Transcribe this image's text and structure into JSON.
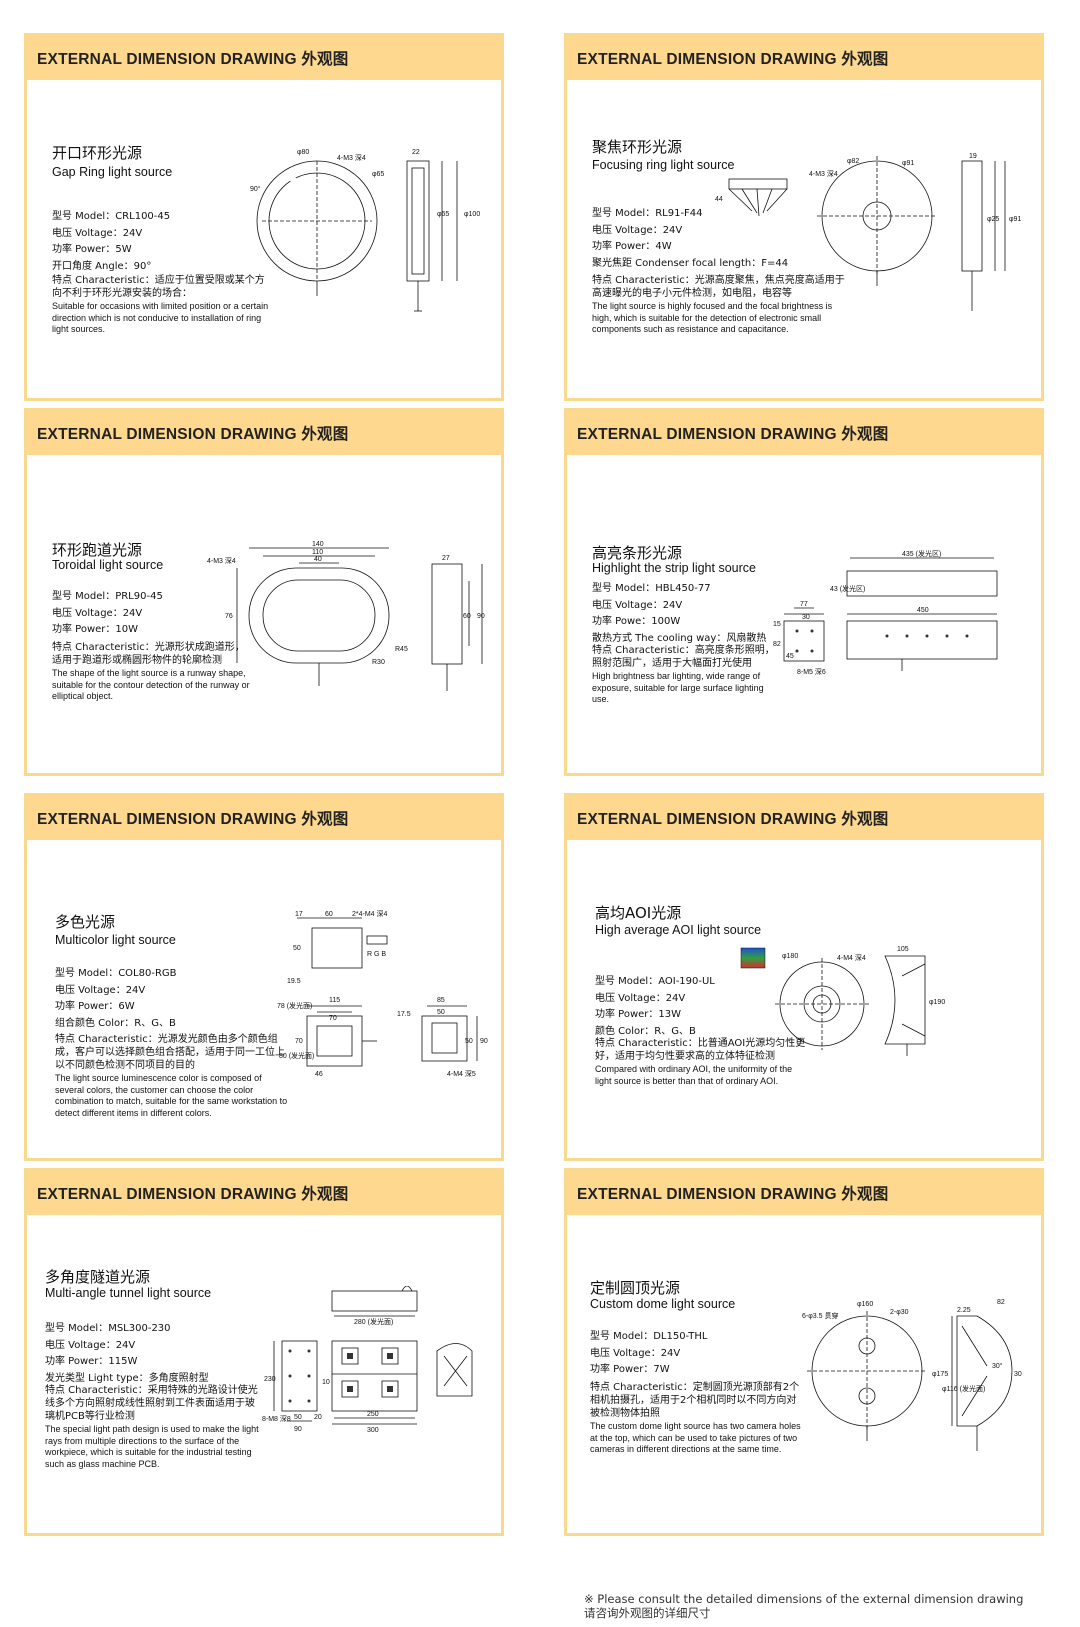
{
  "panels": [
    {
      "header": "EXTERNAL DIMENSION DRAWING 外观图",
      "title_cn": "开口环形光源",
      "title_en": "Gap Ring light source",
      "specs": [
        "型号 Model：CRL100-45",
        "电压 Voltage：24V",
        "功率 Power：5W",
        "开口角度 Angle：90°"
      ],
      "feature_cn": "特点 Characteristic：适应于位置受限或某个方向不利于环形光源安装的场合：",
      "feature_en": "Suitable for occasions with limited position or a certain direction which is not conducive to installation of ring light sources.",
      "dims": {
        "d1": "φ80",
        "d2": "4-M3 深4",
        "d3": "φ65",
        "d4": "90°",
        "d5": "22",
        "d6": "φ65",
        "d7": "φ100"
      }
    },
    {
      "header": "EXTERNAL DIMENSION DRAWING 外观图",
      "title_cn": "聚焦环形光源",
      "title_en": "Focusing ring light source",
      "specs": [
        "型号 Model：RL91-F44",
        "电压 Voltage：24V",
        "功率 Power：4W",
        "聚光焦距 Condenser focal length：F=44"
      ],
      "feature_cn": "特点 Characteristic：光源高度聚焦，焦点亮度高适用于高速曝光的电子小元件检测，如电阻，电容等",
      "feature_en": "The light source is highly focused and the focal brightness is high, which is suitable for the detection of electronic small components such as resistance and capacitance.",
      "dims": {
        "d1": "φ82",
        "d2": "4-M3 深4",
        "d3": "φ91",
        "d4": "44",
        "d5": "19",
        "d6": "φ25",
        "d7": "φ91"
      }
    },
    {
      "header": "EXTERNAL DIMENSION DRAWING 外观图",
      "title_cn": "环形跑道光源",
      "title_en": "Toroidal light source",
      "specs": [
        "型号 Model：PRL90-45",
        "电压 Voltage：24V",
        "功率 Power：10W"
      ],
      "feature_cn": "特点 Characteristic：光源形状成跑道形，适用于跑道形或椭圆形物件的轮廓检测",
      "feature_en": "The shape of the light source is a runway shape, suitable for the contour detection of the runway or elliptical object.",
      "dims": {
        "d1": "140",
        "d2": "110",
        "d3": "40",
        "d4": "4-M3 深4",
        "d5": "76",
        "d6": "R45",
        "d7": "R30",
        "d8": "27",
        "d9": "60",
        "d10": "90"
      }
    },
    {
      "header": "EXTERNAL DIMENSION DRAWING 外观图",
      "title_cn": "高亮条形光源",
      "title_en": "Highlight the strip light source",
      "specs": [
        "型号 Model：HBL450-77",
        "电压 Voltage：24V",
        "功率 Powe：100W",
        "散热方式 The cooling way：风扇散热"
      ],
      "feature_cn": "特点 Characteristic：高亮度条形照明，照射范围广，适用于大幅面打光使用",
      "feature_en": "High brightness bar lighting, wide range of exposure, suitable for large surface lighting use.",
      "dims": {
        "d1": "435 (发光区)",
        "d2": "43 (发光区)",
        "d3": "450",
        "d4": "77",
        "d5": "30",
        "d6": "15",
        "d7": "82",
        "d8": "45",
        "d9": "8-M5 深6"
      }
    },
    {
      "header": "EXTERNAL DIMENSION DRAWING 外观图",
      "title_cn": "多色光源",
      "title_en": "Multicolor light source",
      "specs": [
        "型号 Model：COL80-RGB",
        "电压 Voltage：24V",
        "功率 Power：6W",
        "组合颜色 Color：R、G、B"
      ],
      "feature_cn": "特点 Characteristic：光源发光颜色由多个颜色组成，客户可以选择颜色组合搭配，适用于同一工位上以不同颜色检测不同项目的目的",
      "feature_en": "The light source luminescence color is composed of several colors, the customer can choose the color combination to match, suitable for the same workstation to detect different items in different colors.",
      "dims": {
        "d1": "17",
        "d2": "60",
        "d3": "2*4-M4 深4",
        "d4": "50",
        "d5": "19.5",
        "d6": "R G B",
        "d7": "78 (发光面)",
        "d8": "115",
        "d9": "70",
        "d10": "80 (发光面)",
        "d11": "70",
        "d12": "46",
        "d13": "17.5",
        "d14": "85",
        "d15": "50",
        "d16": "50",
        "d17": "90",
        "d18": "4-M4 深5"
      }
    },
    {
      "header": "EXTERNAL DIMENSION DRAWING 外观图",
      "title_cn": "高均AOI光源",
      "title_en": "High average AOI light source",
      "specs": [
        "型号 Model：AOI-190-UL",
        "电压 Voltage：24V",
        "功率 Power：13W",
        "颜色 Color：R、G、B"
      ],
      "feature_cn": "特点 Characteristic：比普通AOI光源均匀性更好，适用于均匀性要求高的立体特征检测",
      "feature_en": "Compared with ordinary AOI, the uniformity of the light source is better than that of ordinary AOI.",
      "dims": {
        "d1": "φ180",
        "d2": "4-M4 深4",
        "d3": "105",
        "d4": "φ190"
      }
    },
    {
      "header": "EXTERNAL DIMENSION DRAWING 外观图",
      "title_cn": "多角度隧道光源",
      "title_en": "Multi-angle tunnel light source",
      "specs": [
        "型号 Model：MSL300-230",
        "电压 Voltage：24V",
        "功率 Power：115W",
        "发光类型 Light type：多角度照射型"
      ],
      "feature_cn": "特点 Characteristic：采用特殊的光路设计使光线多个方向照射成线性照射到工件表面适用于玻璃机PCB等行业检测",
      "feature_en": "The special light path design is used to make the light rays from multiple directions to the surface of the workpiece, which is suitable for the industrial testing such as glass machine PCB.",
      "dims": {
        "d1": "280 (发光面)",
        "d2": "230",
        "d3": "8-M8 深8",
        "d4": "50",
        "d5": "90",
        "d6": "20",
        "d7": "10",
        "d8": "250",
        "d9": "300"
      }
    },
    {
      "header": "EXTERNAL DIMENSION DRAWING 外观图",
      "title_cn": "定制圆顶光源",
      "title_en": "Custom dome light source",
      "specs": [
        "型号 Model：DL150-THL",
        "电压 Voltage：24V",
        "功率 Power：7W"
      ],
      "feature_cn": "特点 Characteristic：定制圆顶光源顶部有2个相机拍摄孔，适用于2个相机同时以不同方向对被检测物体拍照",
      "feature_en": "The custom dome light source has two camera holes at the top, which can be used to take pictures of two cameras in different directions at the same time.",
      "dims": {
        "d1": "φ160",
        "d2": "6-φ3.5 贯穿",
        "d3": "2-φ30",
        "d4": "2.25",
        "d5": "82",
        "d6": "φ175",
        "d7": "φ116 (发光面)",
        "d8": "30°",
        "d9": "30"
      }
    }
  ],
  "footnote": {
    "line1": "※ Please consult the detailed dimensions of the external dimension drawing",
    "line2": "请咨询外观图的详细尺寸"
  },
  "colors": {
    "header_bg": "#fdd88e",
    "border": "#f8d98e"
  }
}
